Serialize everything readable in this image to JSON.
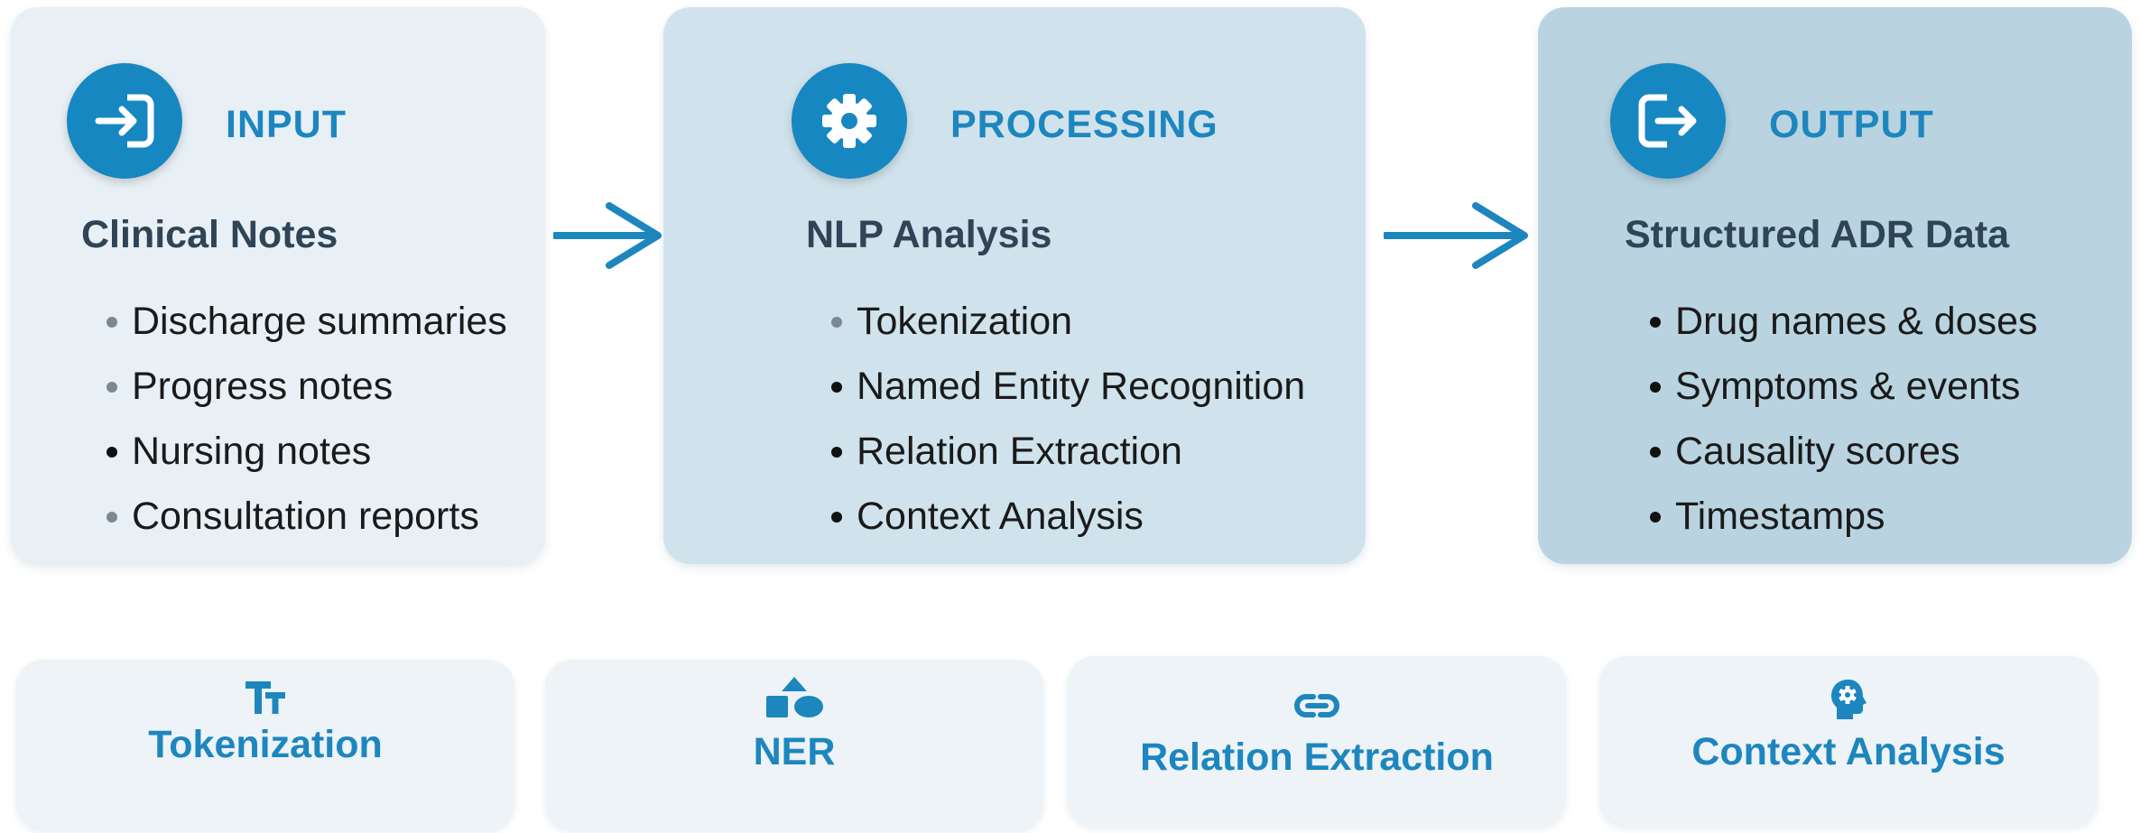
{
  "stages": [
    {
      "label": "INPUT",
      "icon": "sign-in-icon",
      "title": "Clinical Notes",
      "items": [
        "Discharge summaries",
        "Progress notes",
        "Nursing notes",
        "Consultation reports"
      ]
    },
    {
      "label": "PROCESSING",
      "icon": "gear-icon",
      "title": "NLP Analysis",
      "items": [
        "Tokenization",
        "Named Entity Recognition",
        "Relation Extraction",
        "Context Analysis"
      ]
    },
    {
      "label": "OUTPUT",
      "icon": "sign-out-icon",
      "title": "Structured ADR Data",
      "items": [
        "Drug names & doses",
        "Symptoms & events",
        "Causality scores",
        "Timestamps"
      ]
    }
  ],
  "techniques": [
    {
      "label": "Tokenization",
      "icon": "text-size-icon"
    },
    {
      "label": "NER",
      "icon": "shapes-icon"
    },
    {
      "label": "Relation Extraction",
      "icon": "link-icon"
    },
    {
      "label": "Context Analysis",
      "icon": "head-gear-icon"
    }
  ],
  "colors": {
    "accent": "#1d86bf",
    "icon_circle": "#1787c1",
    "input_card": "#e8f0f5",
    "processing_card": "#d0e3ec",
    "output_card": "#b9d4e0",
    "technique_card": "#edf3f6",
    "heading_text": "#2f4456"
  }
}
